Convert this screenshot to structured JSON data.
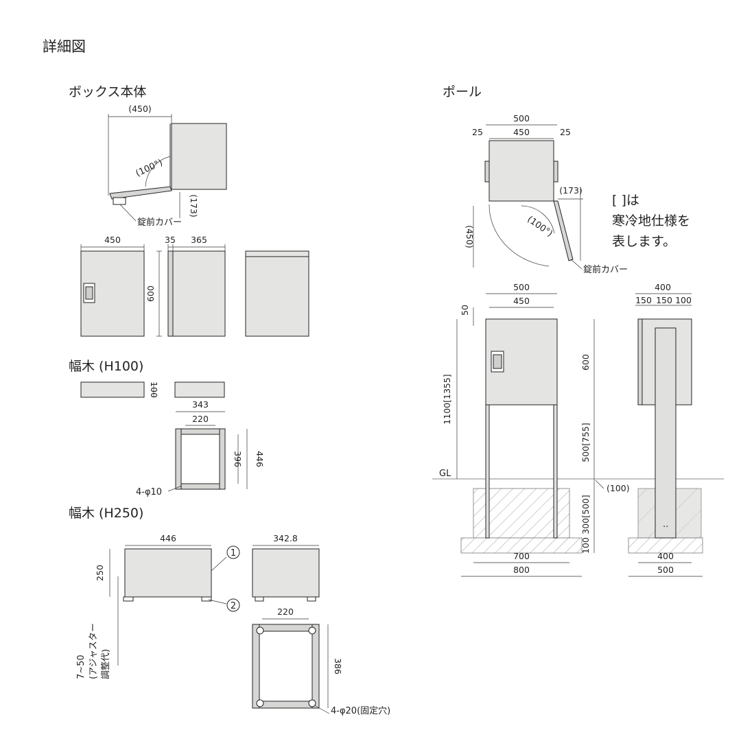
{
  "title": "詳細図",
  "sections": {
    "box_body": "ボックス本体",
    "pole": "ポール",
    "base100": "幅木 (H100)",
    "base250": "幅木 (H250)"
  },
  "note": {
    "line1": "[ ]は",
    "line2": "寒冷地仕様を",
    "line3": "表します。"
  },
  "labels": {
    "lock_cover": "錠前カバー",
    "angle": "(100°)",
    "gl": "GL",
    "holes_10": "4-φ10",
    "holes_20": "4-φ20(固定穴)",
    "adjuster": "7~50",
    "adjuster2": "(アジャスター",
    "adjuster3": "調整代)",
    "callout1": "1",
    "callout2": "2"
  },
  "dims": {
    "box_open_w": "(450)",
    "box_open_h": "(173)",
    "front_w": "450",
    "side_35": "35",
    "side_365": "365",
    "height_600": "600",
    "b100_h": "100",
    "b100_343": "343",
    "b100_220": "220",
    "b100_396": "396",
    "b100_446": "446",
    "b250_446": "446",
    "b250_3428": "342.8",
    "b250_250": "250",
    "b250_220": "220",
    "b250_386": "386",
    "p_top_500": "500",
    "p_top_450": "450",
    "p_top_25a": "25",
    "p_top_25b": "25",
    "p_top_173": "(173)",
    "p_top_450v": "(450)",
    "p_angle": "(100°)",
    "p_front_500": "500",
    "p_front_450": "450",
    "p_50": "50",
    "p_1100": "1100[1355]",
    "p_600": "600",
    "p_500": "500[755]",
    "p_100": "(100)",
    "p_300": "300[500]",
    "p_100b": "100",
    "p_700": "700",
    "p_800": "800",
    "p_side_400": "400",
    "p_side_150a": "150",
    "p_side_150b": "150",
    "p_side_100": "100",
    "p_side_400b": "400",
    "p_side_500": "500"
  }
}
